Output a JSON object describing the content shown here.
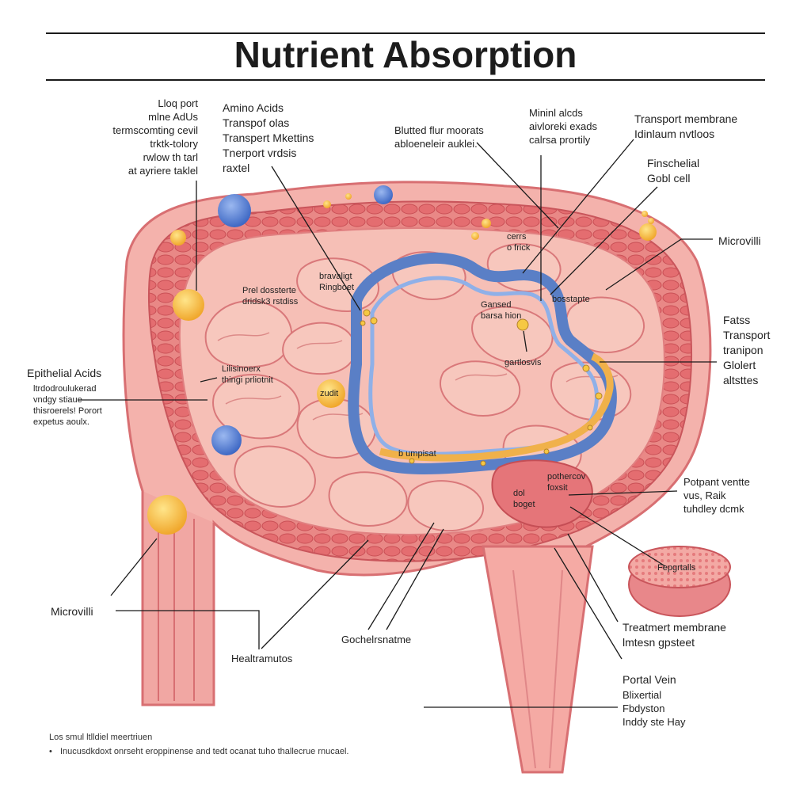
{
  "title": "Nutrient Absorption",
  "labels": {
    "top_left_block": "Lloq port\nmlne AdUs\ntermscomting cevil\ntrktk-tolory\nrwlow th tarl\nat ayriere taklel",
    "amino_acids_block": "Amino Acids\nTranspof olas\nTranspert Mkettins\nTnerport vrdsis\nraxtel",
    "bluted_block": "Blutted flur moorats\nabloeneleir auklei.",
    "minini_block": "Mininl alcds\naivloreki exads\ncalrsa prortily",
    "transport_membrane_top": "Transport membrane\nIdinlaum nvtloos",
    "finschelial": "Finschelial\nGobl cell",
    "microvilli_right": "Microvilli",
    "fatss_block": "Fatss\nTransport\ntranipon\nGlolert\naltsttes",
    "epithelial_block_title": "Epithelial Acids",
    "epithelial_block_body": "ltrdodroulukerad\nvndgy stiaue\nthisroerels! Porort\nexpetus aoulx.",
    "prel_dossterte": "Prel dossterte\ndridsk3 rstdiss",
    "bravaligt": "bravaligt\nRingboet",
    "cerrs_frick": "cerrs\no frick",
    "bosstapte": "bosstapte",
    "gansed": "Gansed\nbarsa hion",
    "lilisinoerx": "Lilisinoerx\nthingi prliotnit",
    "gartlosvis": "gartlosvis",
    "zudit": "zudit",
    "b_umpisat": "b umpisat",
    "pothercov": "pothercov\nfoxsit",
    "dol_boget": "dol\nboget",
    "potpant_block": "Potpant ventte\nvus, Raik\ntuhdley dcmk",
    "fepgrtalls": "Fepgrtalls",
    "microvilli_left": "Microvilli",
    "healtramutos": "Healtramutos",
    "gochelr": "Gochelrsnatme",
    "treatment_membrane": "Treatmert membrane\nlmtesn gpsteet",
    "portal_vein_title": "Portal Vein",
    "portal_vein_body": "Blixertial\nFbdyston\nInddy ste Hay"
  },
  "footnote": {
    "heading": "Los smul ltlldiel meertriuen",
    "bullet": "Inucusdkdoxt onrseht eroppinense and tedt ocanat tuho thallecrue rnucael."
  },
  "colors": {
    "tissue": "#f2a3a0",
    "tissue_dark": "#d9595a",
    "villi": "#f7c2b8",
    "vessel_blue": "#5a7fc6",
    "vessel_orange": "#f0b14a",
    "nutrient_yellow": "#f6c843",
    "nutrient_blue": "#4b7bd1"
  }
}
